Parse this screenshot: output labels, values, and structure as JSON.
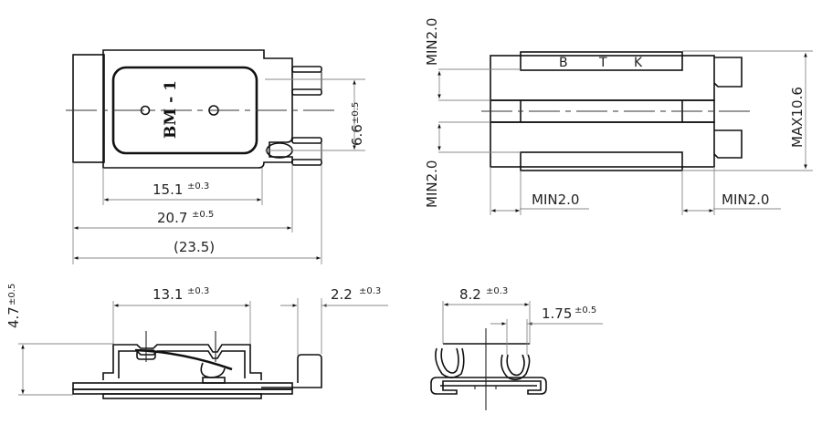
{
  "drawing": {
    "top_view": {
      "body_label": "BM - 1",
      "dim_pin_spacing": {
        "value": "6.6",
        "tol": "±0.5"
      },
      "dim_inner_width": {
        "value": "15.1",
        "tol": "±0.3"
      },
      "dim_body_width": {
        "value": "20.7",
        "tol": "±0.5"
      },
      "dim_total_width": {
        "value": "(23.5)"
      }
    },
    "lead_view": {
      "body_marking": [
        "B",
        "T",
        "K"
      ],
      "dim_top_min": "MIN2.0",
      "dim_bottom_min": "MIN2.0",
      "dim_left_min": "MIN2.0",
      "dim_right_min": "MIN2.0",
      "dim_max_height": "MAX10.6"
    },
    "side_view": {
      "dim_height": {
        "value": "4.7",
        "tol": "±0.5"
      },
      "dim_cover": {
        "value": "13.1",
        "tol": "±0.3"
      },
      "dim_terminal": {
        "value": "2.2",
        "tol": "±0.3"
      }
    },
    "end_view": {
      "dim_width": {
        "value": "8.2",
        "tol": "±0.3"
      },
      "dim_offset": {
        "value": "1.75",
        "tol": "±0.5"
      }
    }
  }
}
